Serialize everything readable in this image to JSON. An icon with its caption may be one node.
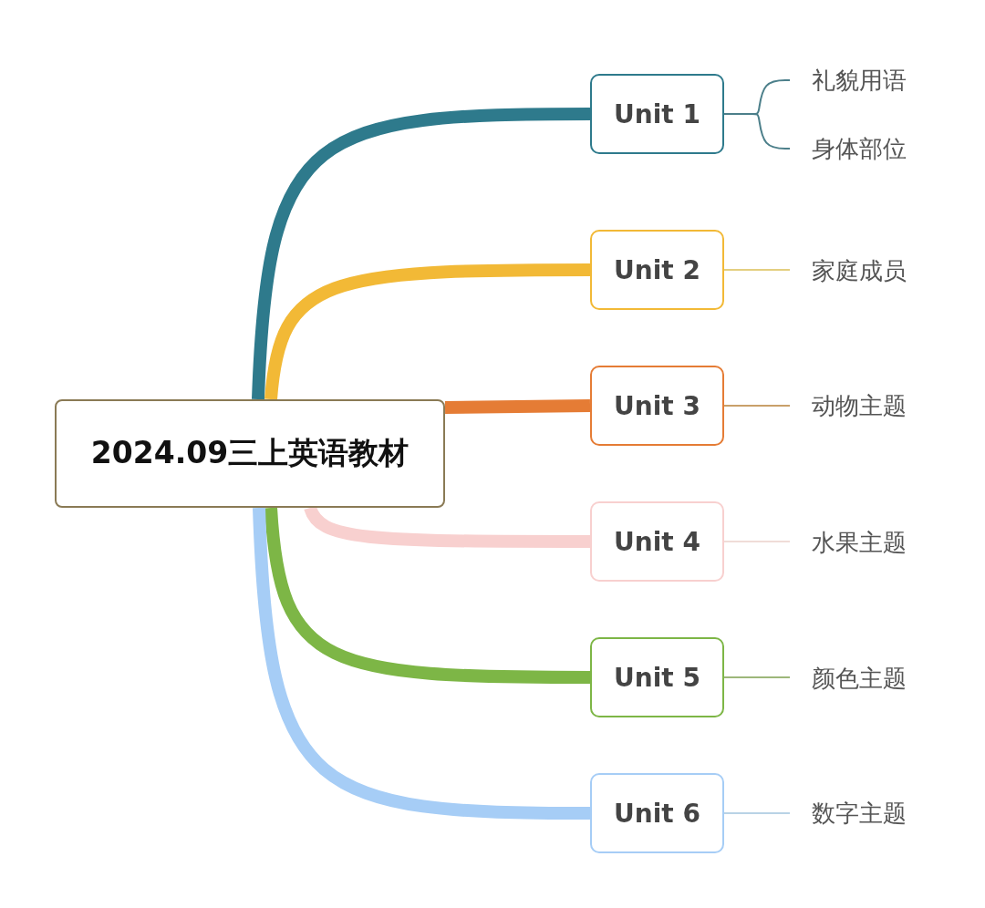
{
  "diagram": {
    "nodes": [
      {
        "text": [
          "2024.09三上英语教材"
        ]
      },
      {
        "text": [
          "Unit 1"
        ]
      },
      {
        "text": [
          "Unit 2"
        ]
      },
      {
        "text": [
          "Unit 3"
        ]
      },
      {
        "text": [
          "Unit 4"
        ]
      },
      {
        "text": [
          "Unit 5"
        ]
      },
      {
        "text": [
          "Unit 6"
        ]
      },
      {
        "text": [
          "礼貌用语"
        ]
      },
      {
        "text": [
          "身体部位"
        ]
      },
      {
        "text": [
          "家庭成员"
        ]
      },
      {
        "text": [
          "动物主题"
        ]
      },
      {
        "text": [
          "水果主题"
        ]
      },
      {
        "text": [
          "颜色主题"
        ]
      },
      {
        "text": [
          "数字主题"
        ]
      }
    ],
    "edges": [
      {
        "from": 0,
        "to": 1,
        "arrow": "none",
        "style": "thick",
        "color": "#2e7a8c"
      },
      {
        "from": 0,
        "to": 2,
        "arrow": "none",
        "style": "thick",
        "color": "#f2b936"
      },
      {
        "from": 0,
        "to": 3,
        "arrow": "none",
        "style": "thick",
        "color": "#e57c35"
      },
      {
        "from": 0,
        "to": 4,
        "arrow": "none",
        "style": "thick",
        "color": "#f8d0cf"
      },
      {
        "from": 0,
        "to": 5,
        "arrow": "none",
        "style": "thick",
        "color": "#7db646"
      },
      {
        "from": 0,
        "to": 6,
        "arrow": "none",
        "style": "thick",
        "color": "#a6cdf6"
      },
      {
        "from": 1,
        "to": 7,
        "arrow": "none",
        "color": "#4c7f8a"
      },
      {
        "from": 1,
        "to": 8,
        "arrow": "none",
        "color": "#4c7f8a"
      },
      {
        "from": 2,
        "to": 9,
        "arrow": "none",
        "color": "#e3cf80"
      },
      {
        "from": 3,
        "to": 10,
        "arrow": "none",
        "color": "#c9a06a"
      },
      {
        "from": 4,
        "to": 11,
        "arrow": "none",
        "color": "#f0dcd8"
      },
      {
        "from": 5,
        "to": 12,
        "arrow": "none",
        "color": "#9db77a"
      },
      {
        "from": 6,
        "to": 13,
        "arrow": "none",
        "color": "#b9d3e6"
      }
    ]
  }
}
